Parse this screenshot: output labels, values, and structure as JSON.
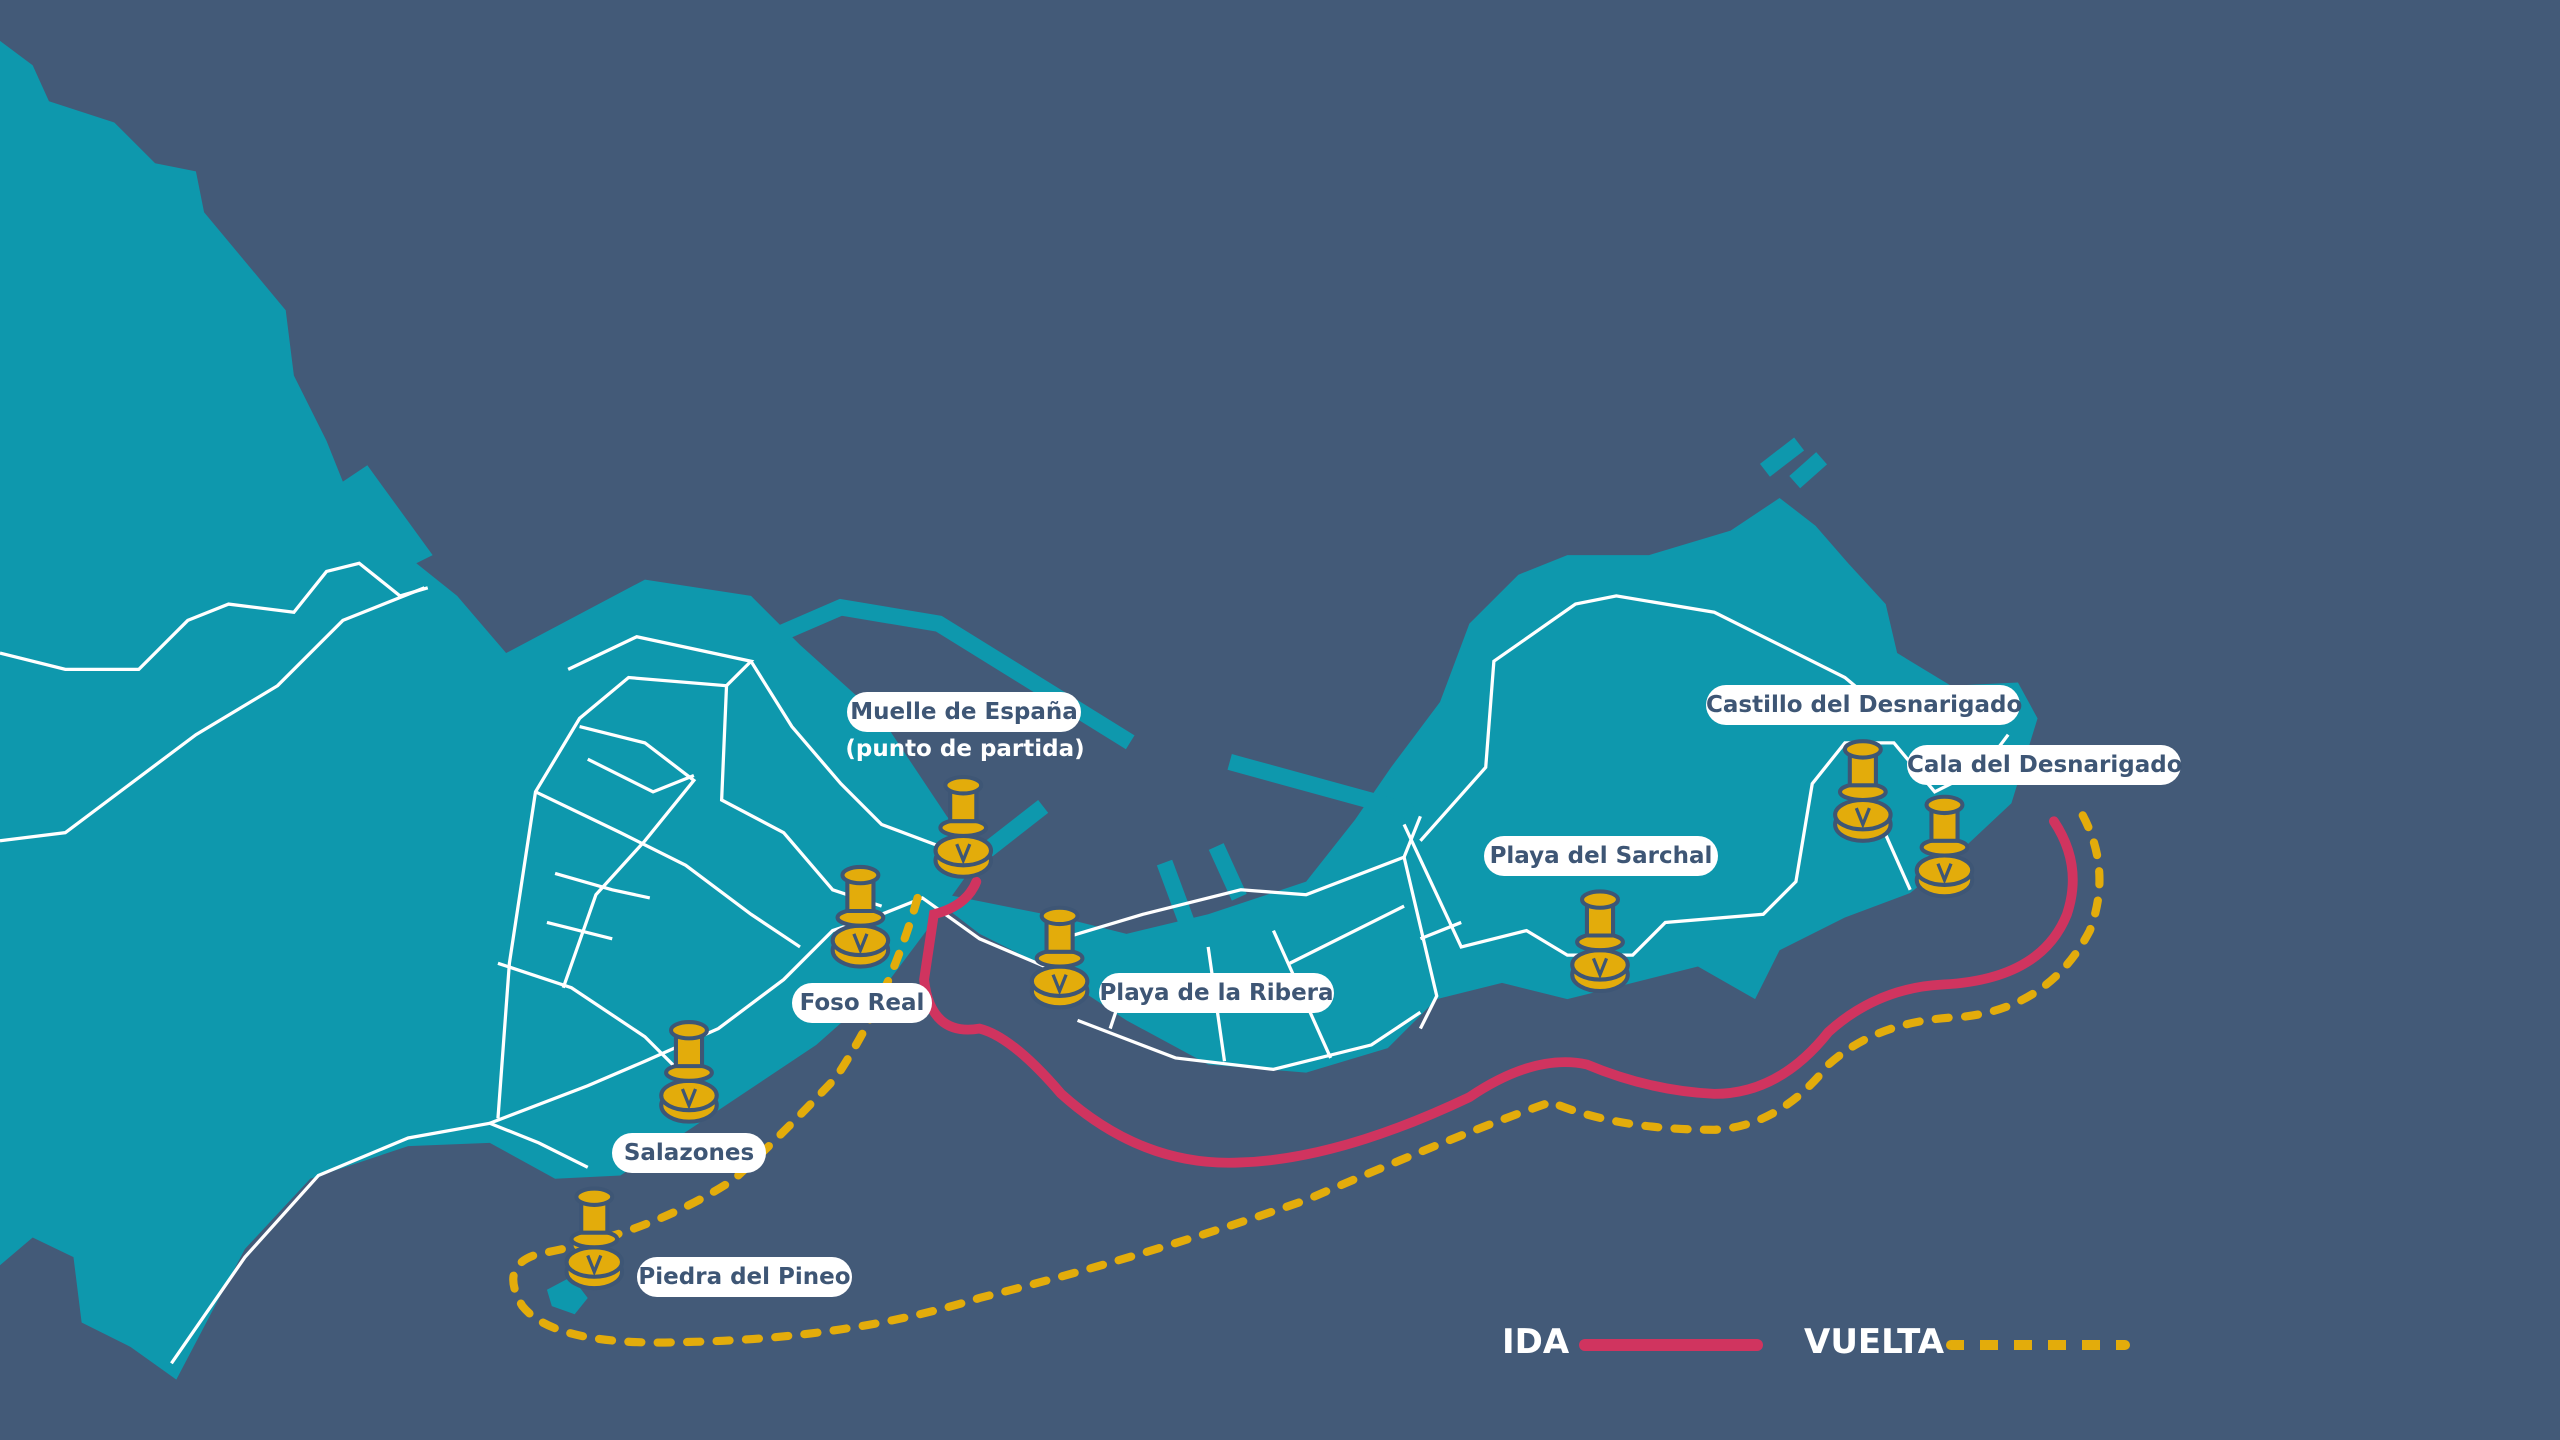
{
  "colors": {
    "water": "#435a78",
    "land": "#0e98ad",
    "ida": "#d0345f",
    "vuelta": "#e3ac0b",
    "label_text": "#3e5675"
  },
  "stops": [
    {
      "name": "Muelle de España",
      "note": "(punto de partida)"
    },
    {
      "name": "Foso Real"
    },
    {
      "name": "Salazones"
    },
    {
      "name": "Piedra del Pineo"
    },
    {
      "name": "Playa de la Ribera"
    },
    {
      "name": "Playa del Sarchal"
    },
    {
      "name": "Castillo del Desnarigado"
    },
    {
      "name": "Cala del Desnarigado"
    }
  ],
  "legend": {
    "ida": "IDA",
    "vuelta": "VUELTA"
  },
  "icons": {
    "pin": "map-pin-icon"
  }
}
